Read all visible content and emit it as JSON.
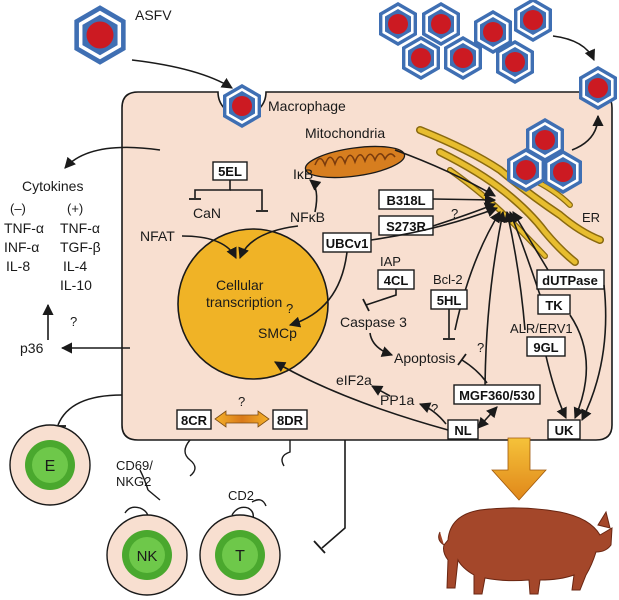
{
  "labels": {
    "asfv": "ASFV",
    "macrophage": "Macrophage",
    "mitochondria": "Mitochondria",
    "er": "ER",
    "cytokines": "Cytokines",
    "minus": "(–)",
    "plus": "(+)",
    "tnf_a_minus": "TNF-α",
    "inf_a": "INF-α",
    "il8": "IL-8",
    "tnf_a_plus": "TNF-α",
    "tgf_b": "TGF-β",
    "il4": "IL-4",
    "il10": "IL-10",
    "p36": "p36",
    "q_p36": "?",
    "ikb": "IκB",
    "can": "CaN",
    "nfkb": "NFκB",
    "nfat": "NFAT",
    "cellular_transcription_1": "Cellular",
    "cellular_transcription_2": "transcription",
    "smcp": "SMCp",
    "q_smcp": "?",
    "iap": "IAP",
    "bcl2": "Bcl-2",
    "caspase3": "Caspase 3",
    "apoptosis": "Apoptosis",
    "q_apoptosis": "?",
    "q_s273r": "?",
    "alr_erv1": "ALR/ERV1",
    "eif2a": "eIF2a",
    "pp1a": "PP1a",
    "q_pp1a": "?",
    "q_8cr_8dr": "?",
    "cd69_1": "CD69/",
    "cd69_2": "NKG2",
    "cd2": "CD2",
    "cell_e": "E",
    "cell_nk": "NK",
    "cell_t": "T"
  },
  "genes": {
    "g5el": "5EL",
    "b318l": "B318L",
    "s273r": "S273R",
    "ubcv1": "UBCv1",
    "g4cl": "4CL",
    "g5hl": "5HL",
    "dutpase": "dUTPase",
    "tk": "TK",
    "g9gl": "9GL",
    "mgf": "MGF360/530",
    "nl": "NL",
    "uk": "UK",
    "g8cr": "8CR",
    "g8dr": "8DR"
  },
  "colors": {
    "cell_fill": "#f8dfd0",
    "nucleus_fill": "#f0b326",
    "virion_red": "#cc1a22",
    "virion_blue": "#3f6fb3",
    "mito_orange": "#d77e1f",
    "er_yellow": "#e7bd2f",
    "lymph_green": "#4aa82e",
    "lymph_outer": "#f8dfd0",
    "pig_brown": "#a4472a",
    "big_arrow": "#f0a11f"
  }
}
